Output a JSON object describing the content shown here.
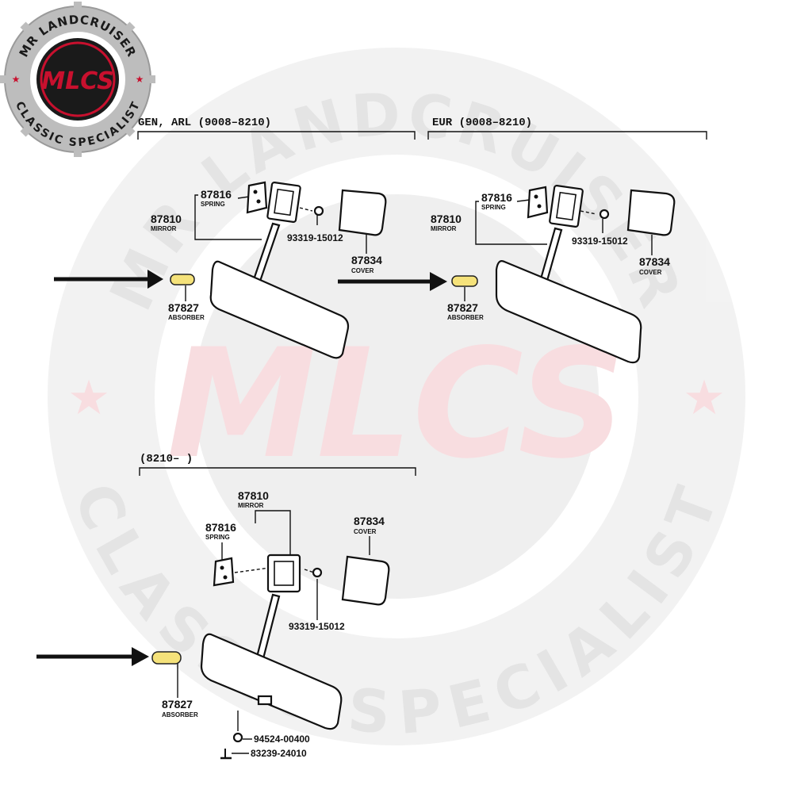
{
  "logo": {
    "ring_top": "MR LANDCRUISER",
    "ring_bottom": "CLASSIC SPECIALIST",
    "badge": "MLCS"
  },
  "watermark": {
    "top": "MR LANDCRUISER",
    "bottom": "CLASSIC SPECIALIST",
    "center": "MLCS"
  },
  "colors": {
    "brand_red": "#c8102e",
    "badge_dark": "#1a1a1a",
    "ring_gray": "#bdbdbd",
    "highlight_yellow": "#f5e27a"
  },
  "sections": [
    {
      "header": "GEN, ARL  (9008–8210)",
      "parts": {
        "spring": {
          "number": "87816",
          "name": "SPRING"
        },
        "mirror": {
          "number": "87810",
          "name": "MIRROR"
        },
        "screw": {
          "number": "93319-15012"
        },
        "cover": {
          "number": "87834",
          "name": "COVER"
        },
        "absorber": {
          "number": "87827",
          "name": "ABSORBER"
        }
      }
    },
    {
      "header": "EUR  (9008–8210)",
      "parts": {
        "spring": {
          "number": "87816",
          "name": "SPRING"
        },
        "mirror": {
          "number": "87810",
          "name": "MIRROR"
        },
        "screw": {
          "number": "93319-15012"
        },
        "cover": {
          "number": "87834",
          "name": "COVER"
        },
        "absorber": {
          "number": "87827",
          "name": "ABSORBER"
        }
      }
    },
    {
      "header": "(8210–     )",
      "parts": {
        "mirror": {
          "number": "87810",
          "name": "MIRROR"
        },
        "spring": {
          "number": "87816",
          "name": "SPRING"
        },
        "cover": {
          "number": "87834",
          "name": "COVER"
        },
        "screw": {
          "number": "93319-15012"
        },
        "absorber": {
          "number": "87827",
          "name": "ABSORBER"
        },
        "washer": {
          "number": "94524-00400"
        },
        "bolt": {
          "number": "83239-24010"
        }
      }
    }
  ],
  "icons": [
    "pointer-arrow-icon",
    "star-icon",
    "gear-ring-icon"
  ]
}
